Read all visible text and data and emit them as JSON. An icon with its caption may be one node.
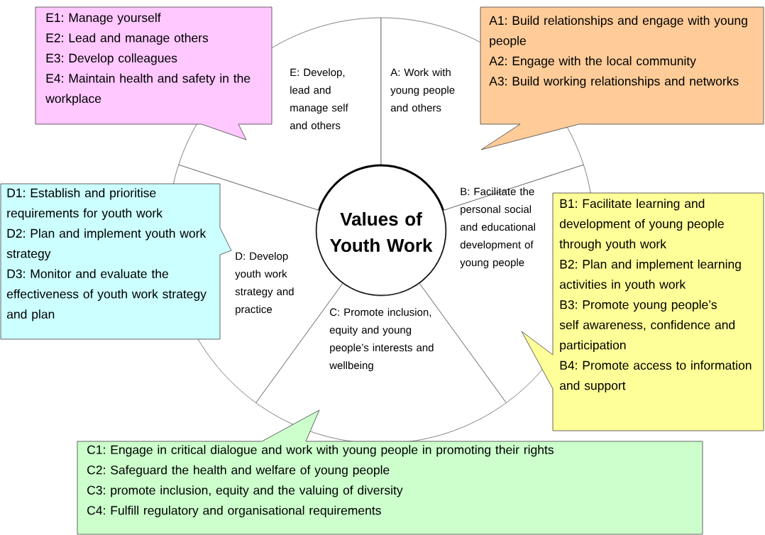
{
  "diagram": {
    "nodes": [
      {
        "text": [
          "E1: Manage yourself",
          "E2: Lead and manage others",
          "E3: Develop colleagues",
          "E4: Maintain health and safety in the workplace"
        ]
      },
      {
        "text": [
          "A1: Build relationships and engage with young people",
          "A2: Engage with the local community",
          "A3: Build working relationships and networks"
        ]
      },
      {
        "text": [
          "E: Develop, lead and manage self and others"
        ]
      },
      {
        "text": [
          "A: Work with young people and others"
        ]
      },
      {
        "text": [
          "Values of Youth Work"
        ]
      },
      {
        "text": [
          "D1: Establish and prioritise requirements for youth work",
          "D2: Plan and implement youth work strategy",
          "D3: Monitor and evaluate the effectiveness of youth work strategy and plan"
        ]
      },
      {
        "text": [
          "D: Develop youth work strategy and practice"
        ]
      },
      {
        "text": [
          "B: Facilitate the personal social and educational development of young people"
        ]
      },
      {
        "text": [
          "B1: Facilitate learning and development of young people through youth work",
          "B2: Plan and implement learning activities in youth work",
          "B3: Promote young people’s self awareness, confidence and participation",
          "B4: Promote access to information and support"
        ]
      },
      {
        "text": [
          "C: Promote inclusion, equity and young people’s interests and wellbeing"
        ]
      },
      {
        "text": [
          "C1: Engage in critical dialogue and work with young people in promoting their rights",
          "C2: Safeguard the health and welfare of young people",
          "C3: promote inclusion, equity and the valuing of diversity",
          "C4: Fulfill regulatory and organisational requirements"
        ]
      }
    ]
  }
}
